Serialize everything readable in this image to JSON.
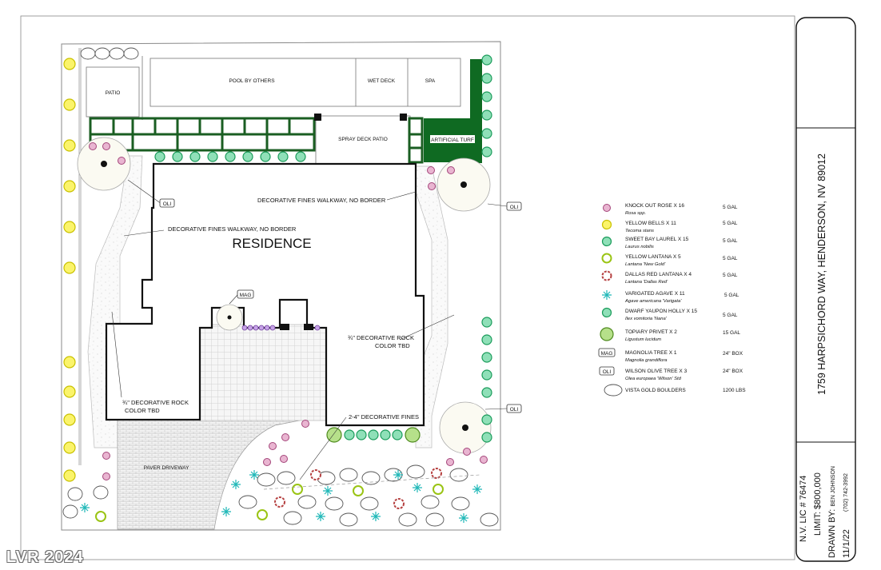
{
  "plan": {
    "labels": {
      "patio": "PATIO",
      "pool": "POOL BY OTHERS",
      "wet_deck": "WET DECK",
      "spa": "SPA",
      "spray_deck": "SPRAY DECK PATIO",
      "artificial_turf": "ARTIFICIAL TURF",
      "residence": "RESIDENCE",
      "walkway_left": "DECORATIVE FINES WALKWAY, NO BORDER",
      "walkway_top": "DECORATIVE FINES WALKWAY, NO BORDER",
      "rock_right_1": "¾\" DECORATIVE ROCK",
      "rock_right_2": "COLOR TBD",
      "rock_left_1": "¾\" DECORATIVE ROCK",
      "rock_left_2": "COLOR TBD",
      "fines_front": "2-4\" DECORATIVE FINES",
      "driveway": "PAVER DRIVEWAY",
      "mag_tag": "MAG",
      "oli_tag": "OLI"
    }
  },
  "legend": [
    {
      "name": "KNOCK OUT ROSE  X 16",
      "latin": "Rosa spp.",
      "size": "5 GAL",
      "icon": "rose-icon",
      "color": "#c67aa4"
    },
    {
      "name": "YELLOW BELLS X 11",
      "latin": "Tecoma stans",
      "size": "5 GAL",
      "icon": "yellow-bells-icon",
      "color": "#e6e21e"
    },
    {
      "name": "SWEET BAY LAUREL X 15",
      "latin": "Laurus nobilis",
      "size": "5 GAL",
      "icon": "laurel-icon",
      "color": "#3fc28a"
    },
    {
      "name": "YELLOW LANTANA X 5",
      "latin": "Lantana 'New Gold'",
      "size": "5 GAL",
      "icon": "yellow-lantana-icon",
      "color": "#b8d82a"
    },
    {
      "name": "DALLAS RED LANTANA X 4",
      "latin": "Lantana 'Dallas Red'",
      "size": "5 GAL",
      "icon": "red-lantana-icon",
      "color": "#c24d4d"
    },
    {
      "name": "VARIGATED AGAVE X 11",
      "latin": "Agave americana 'Varigata'",
      "size": "5 GAL",
      "icon": "agave-icon",
      "color": "#1fb8b8"
    },
    {
      "name": "DWARF YAUPON HOLLY X 15",
      "latin": "Ilex vomitoria 'Nana'",
      "size": "5 GAL",
      "icon": "holly-icon",
      "color": "#2fae3a"
    },
    {
      "name": "TOPIARY PRIVET X 2",
      "latin": "Ligustum lucidum",
      "size": "15 GAL",
      "icon": "privet-icon",
      "color": "#7cc04a"
    },
    {
      "name": "MAGNOLIA TREE X 1",
      "latin": "Magnolia grandiflora",
      "size": "24\" BOX",
      "icon": "magnolia-tag-icon",
      "tag": "MAG"
    },
    {
      "name": "WILSON OLIVE TREE X 3",
      "latin": "Olea europaea 'Wilson' Std",
      "size": "24\" BOX",
      "icon": "olive-tag-icon",
      "tag": "OLI"
    },
    {
      "name": "VISTA GOLD BOULDERS",
      "latin": "",
      "size": "1200 LBS",
      "icon": "boulder-icon"
    }
  ],
  "title_block": {
    "address": "1759 HARPSICHORD WAY, HENDERSON, NV 89012",
    "license": "N.V. LIC # 76474",
    "limit": "LIMIT: $800,000",
    "drawn_by_label": "DRAWN BY:",
    "drawn_by_name": "BEN JOHNSON",
    "phone": "(702) 742-3992",
    "date": "11/1/22"
  },
  "watermark": "LVR 2024"
}
